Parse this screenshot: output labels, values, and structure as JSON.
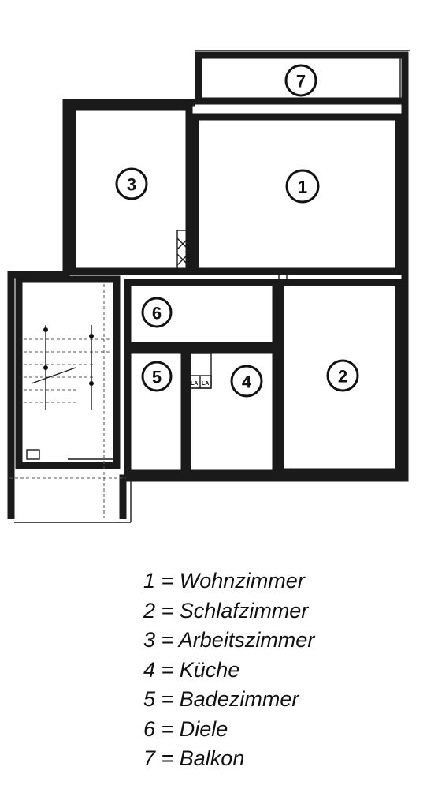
{
  "rooms": [
    {
      "number": "1",
      "name": "Wohnzimmer"
    },
    {
      "number": "2",
      "name": "Schlafzimmer"
    },
    {
      "number": "3",
      "name": "Arbeitszimmer"
    },
    {
      "number": "4",
      "name": "Küche"
    },
    {
      "number": "5",
      "name": "Badezimmer"
    },
    {
      "number": "6",
      "name": "Diele"
    },
    {
      "number": "7",
      "name": "Balkon"
    }
  ],
  "legend": [
    "1 = Wohnzimmer",
    "2 = Schlafzimmer",
    "3 = Arbeitszimmer",
    "4 = Küche",
    "5 = Badezimmer",
    "6 = Diele",
    "7 = Balkon"
  ],
  "fixture_labels": {
    "left": "LA",
    "right": "LA"
  },
  "colors": {
    "ink": "#1a1a1a",
    "paper": "#ffffff"
  }
}
